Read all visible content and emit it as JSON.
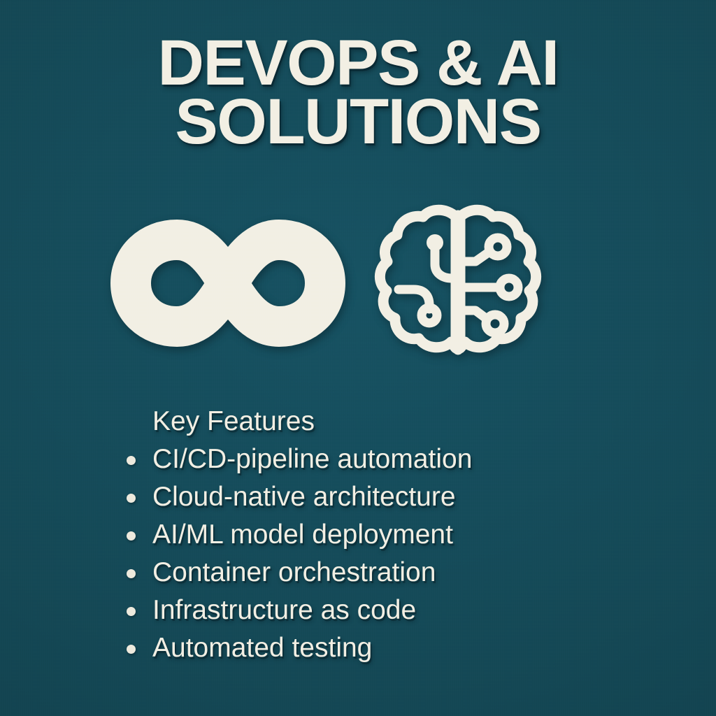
{
  "theme": {
    "background_color": "#144653",
    "foreground_color": "#F2EFE3"
  },
  "title": {
    "line1": "DEVOPS & AI",
    "line2": "SOLUTIONS",
    "full": "DEVOPS & AI SOLUTIONS"
  },
  "icons": [
    {
      "name": "infinity-icon",
      "label": "infinity"
    },
    {
      "name": "brain-circuit-icon",
      "label": "brain-circuit"
    }
  ],
  "features": {
    "heading": "Key Features",
    "items": [
      "CI/CD-pipeline automation",
      "Cloud-native architecture",
      "AI/ML model deployment",
      "Container orchestration",
      "Infrastructure as code",
      "Automated testing"
    ]
  }
}
